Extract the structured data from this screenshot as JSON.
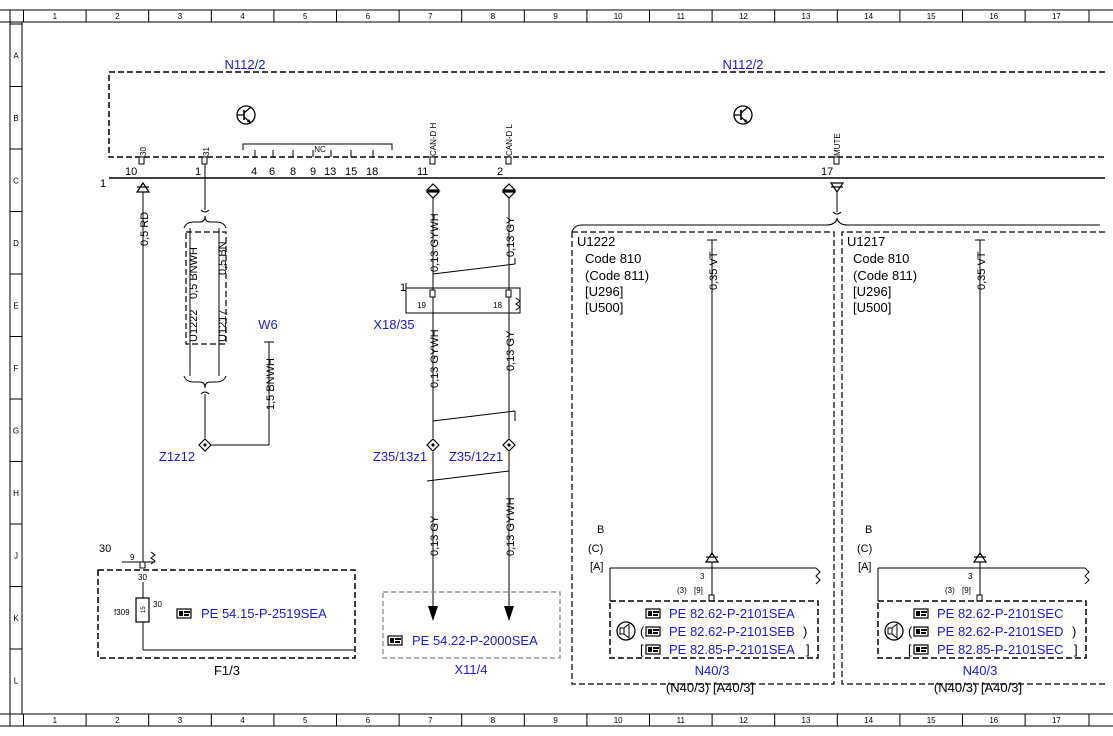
{
  "grid": {
    "columns": [
      "1",
      "2",
      "3",
      "4",
      "5",
      "6",
      "7",
      "8",
      "9",
      "10",
      "11",
      "12",
      "13",
      "14",
      "15",
      "16",
      "17"
    ],
    "rows": [
      "A",
      "B",
      "C",
      "D",
      "E",
      "F",
      "G",
      "H",
      "J",
      "K",
      "L"
    ]
  },
  "components": {
    "n112_left": "N112/2",
    "n112_right": "N112/2",
    "w6": "W6",
    "z1z12": "Z1z12",
    "x18_35": "X18/35",
    "z35_13z1": "Z35/13z1",
    "z35_12z1": "Z35/12z1",
    "f1_3": "F1/3",
    "x11_4": "X11/4",
    "n40_3_left": "N40/3",
    "n40_3_left_alt": "(N40/3) [A40/3]",
    "n40_3_right": "N40/3",
    "n40_3_right_alt": "(N40/3) [A40/3]"
  },
  "pins": {
    "pin30": "30",
    "pin31": "31",
    "nc": "NC",
    "can_h": "CAN-D H",
    "can_l": "CAN-D L",
    "mute": "MUTE",
    "p10": "10",
    "p1": "1",
    "p4": "4",
    "p6": "6",
    "p8": "8",
    "p9": "9",
    "p13": "13",
    "p15": "15",
    "p18": "18",
    "p11": "11",
    "p2": "2",
    "p17": "17",
    "line1": "1",
    "x_line1": "1",
    "x19": "19",
    "x18": "18",
    "f30": "30",
    "f9": "9",
    "f30a": "30",
    "f30b": "30",
    "f309": "f309",
    "f15": "15",
    "n_3a": "3",
    "n_3b": "(3)",
    "n_9a": "[9]",
    "n_3c": "3",
    "n_3d": "(3)",
    "n_9b": "[9]"
  },
  "wires": {
    "rd": "0,5 RD",
    "bnwh": "0,5 BNWH",
    "bn": "0,5 BN",
    "u1222": "U1222",
    "u1217": "U1217",
    "bnwh15": "1,5 BNWH",
    "gywh1": "0,13 GYWH",
    "gy1": "0,13 GY",
    "gywh2": "0,13 GYWH",
    "gy2": "0,13 GY",
    "gy3": "0,13 GY",
    "gywh3": "0,13 GYWH",
    "vt1": "0,35 VT",
    "vt2": "0,35 VT"
  },
  "codes_left": {
    "title": "U1222",
    "lines": [
      "Code 810",
      "(Code 811)",
      "[U296]",
      "[U500]"
    ],
    "b": "B",
    "c": "(C)",
    "a": "[A]"
  },
  "codes_right": {
    "title": "U1217",
    "lines": [
      "Code 810",
      "(Code 811)",
      "[U296]",
      "[U500]"
    ],
    "b": "B",
    "c": "(C)",
    "a": "[A]"
  },
  "refs": {
    "f1_3": "PE 54.15-P-2519SEA",
    "x11_4": "PE 54.22-P-2000SEA",
    "left": [
      "PE 82.62-P-2101SEA",
      "PE 82.62-P-2101SEB",
      "PE 82.85-P-2101SEA"
    ],
    "right": [
      "PE 82.62-P-2101SEC",
      "PE 82.62-P-2101SED",
      "PE 82.85-P-2101SEC"
    ]
  },
  "brackets": {
    "left_open": [
      "",
      "(",
      "["
    ],
    "left_close": [
      "",
      ")",
      "]"
    ],
    "right_open": [
      "",
      "(",
      "["
    ],
    "right_close": [
      "",
      ")",
      "]"
    ]
  },
  "colors": {
    "link": "#1a1ad6",
    "line": "#000000",
    "frame": "#888888"
  },
  "icons": [
    "transistor-icon",
    "pointing-hand-icon",
    "speaker-icon"
  ]
}
